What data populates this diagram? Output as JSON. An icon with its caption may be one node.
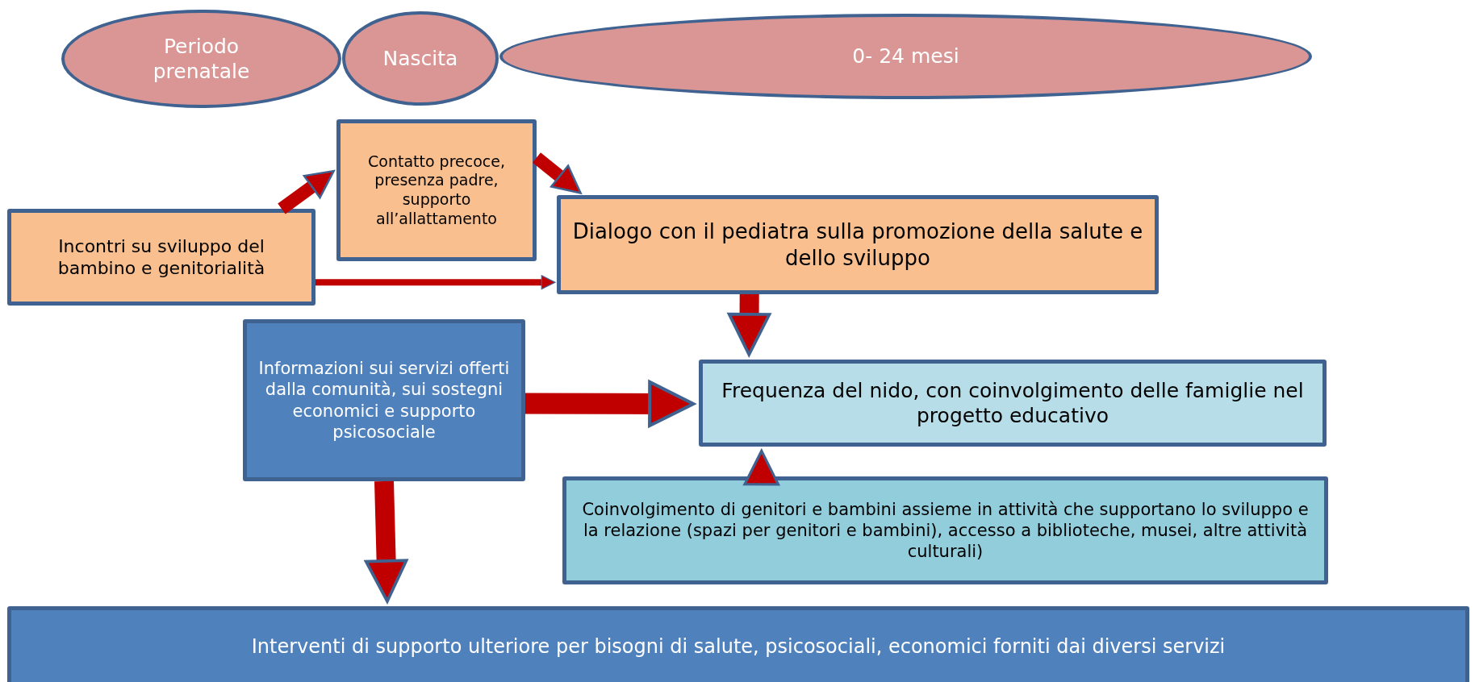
{
  "diagram": {
    "nodes": [
      {
        "text": [
          "Periodo prenatale"
        ]
      },
      {
        "text": [
          "Nascita"
        ]
      },
      {
        "text": [
          "0- 24 mesi"
        ]
      },
      {
        "text": [
          "Contatto precoce, presenza padre, supporto all’allattamento"
        ]
      },
      {
        "text": [
          "Incontri su sviluppo del bambino e genitorialità"
        ]
      },
      {
        "text": [
          "Dialogo con il pediatra sulla promozione della salute e dello sviluppo"
        ]
      },
      {
        "text": [
          "Informazioni sui servizi offerti dalla comunità, sui sostegni economici e supporto psicosociale"
        ]
      },
      {
        "text": [
          "Frequenza del nido, con coinvolgimento delle famiglie nel progetto educativo"
        ]
      },
      {
        "text": [
          "Coinvolgimento di genitori e bambini assieme in attività che supportano lo sviluppo e la relazione (spazi per genitori e bambini), accesso a biblioteche, musei, altre attività culturali)"
        ]
      },
      {
        "text": [
          "Interventi di supporto ulteriore per bisogni di salute, psicosociali, economici forniti dai diversi servizi"
        ]
      }
    ],
    "edges": [
      {
        "from": 4,
        "to": 3,
        "arrow": "to"
      },
      {
        "from": 3,
        "to": 5,
        "arrow": "to"
      },
      {
        "from": 4,
        "to": 5,
        "arrow": "to"
      },
      {
        "from": 5,
        "to": 7,
        "arrow": "to"
      },
      {
        "from": 6,
        "to": 7,
        "arrow": "to"
      },
      {
        "from": 8,
        "to": 7,
        "arrow": "to"
      },
      {
        "from": 6,
        "to": 9,
        "arrow": "to"
      }
    ]
  }
}
